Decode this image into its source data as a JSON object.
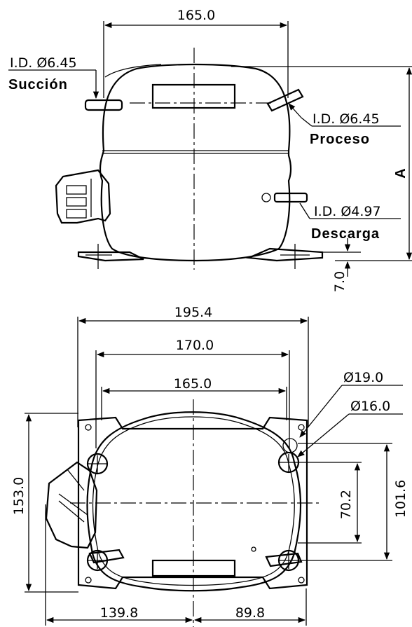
{
  "top_view": {
    "width_dim": "165.0",
    "suction_id": "I.D. Ø6.45",
    "suction_label": "Succión",
    "process_id": "I.D.  Ø6.45",
    "process_label": "Proceso",
    "height_label": "A",
    "discharge_id": "I.D. Ø4.97",
    "discharge_label": "Descarga",
    "foot_height_dim": "7.0"
  },
  "base_view": {
    "overall_width_dim": "195.4",
    "mount_span_dim": "170.0",
    "body_width_dim": "165.0",
    "hole_dia_outer": "Ø19.0",
    "hole_dia_inner": "Ø16.0",
    "overall_depth_dim": "153.0",
    "mount_depth_dim": "101.6",
    "inner_depth_dim": "70.2",
    "left_offset_dim": "139.8",
    "right_offset_dim": "89.8"
  }
}
